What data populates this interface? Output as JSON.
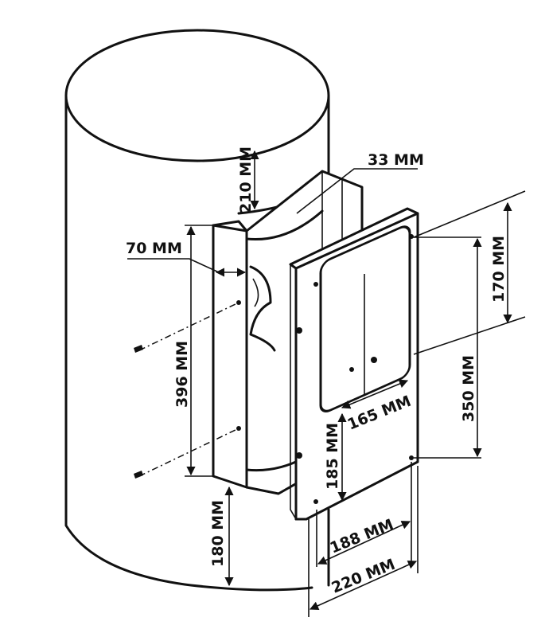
{
  "diagram": {
    "labels": {
      "d33": "33 MM",
      "d210": "210 MM",
      "d70": "70 MM",
      "d396": "396 MM",
      "d180": "180 MM",
      "d170": "170 MM",
      "d350": "350 MM",
      "d165": "165 MM",
      "d185": "185 MM",
      "d188": "188 MM",
      "d220": "220 MM"
    }
  }
}
